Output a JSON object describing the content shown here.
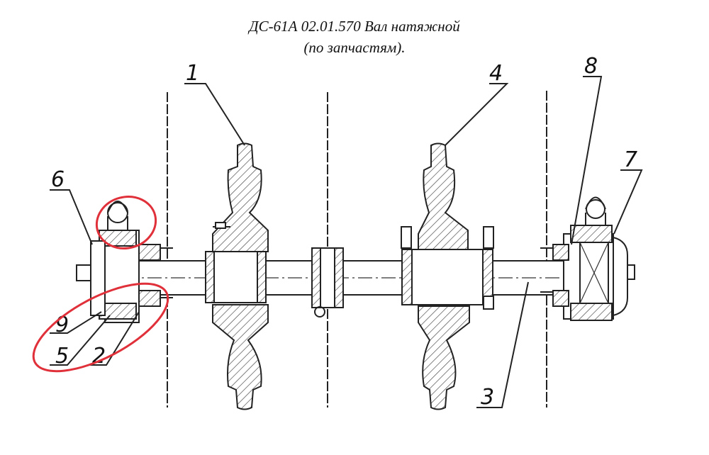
{
  "title": {
    "line1": "ДС-61А 02.01.570 Вал натяжной",
    "line2": "(по запчастям)."
  },
  "callouts": {
    "c1": "1",
    "c2": "2",
    "c3": "3",
    "c4": "4",
    "c5": "5",
    "c6": "6",
    "c7": "7",
    "c8": "8",
    "c9": "9"
  },
  "highlight_color": "#e0303a"
}
